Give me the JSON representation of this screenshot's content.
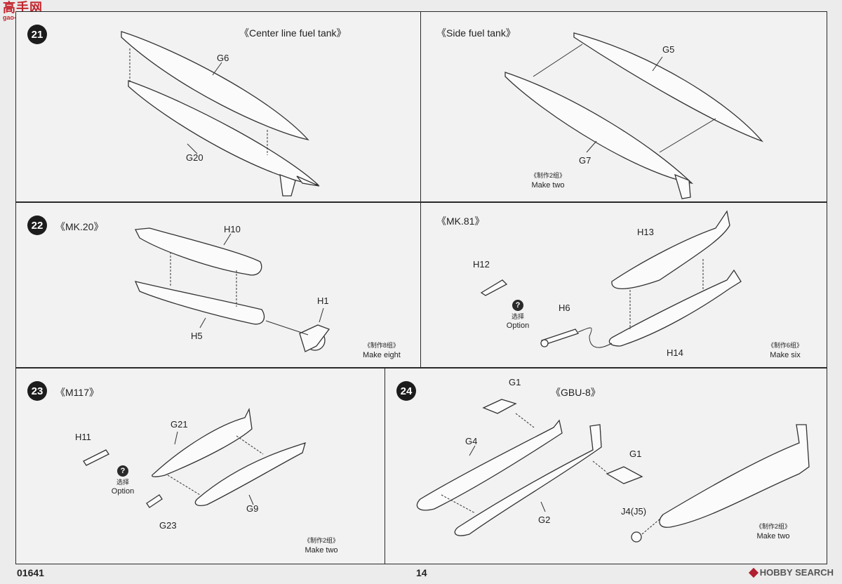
{
  "logo": {
    "cn": "高手网",
    "url": "gao-shou.com"
  },
  "steps": {
    "s21": {
      "num": "21",
      "title": "《Center line fuel tank》",
      "parts": {
        "g6": "G6",
        "g20": "G20"
      }
    },
    "s21b": {
      "title": "《Side fuel tank》",
      "parts": {
        "g5": "G5",
        "g7": "G7"
      },
      "make_cn": "《制作2组》",
      "make": "Make two"
    },
    "s22": {
      "num": "22",
      "title": "《MK.20》",
      "parts": {
        "h10": "H10",
        "h5": "H5",
        "h1": "H1"
      },
      "make_cn": "《制作8组》",
      "make": "Make eight"
    },
    "s22b": {
      "title": "《MK.81》",
      "parts": {
        "h12": "H12",
        "h13": "H13",
        "h6": "H6",
        "h14": "H14"
      },
      "option_cn": "选择",
      "option": "Option",
      "option_mark": "?",
      "make_cn": "《制作6组》",
      "make": "Make six"
    },
    "s23": {
      "num": "23",
      "title": "《M117》",
      "parts": {
        "h11": "H11",
        "g21": "G21",
        "g9": "G9",
        "g23": "G23"
      },
      "option_cn": "选择",
      "option": "Option",
      "option_mark": "?",
      "make_cn": "《制作2组》",
      "make": "Make two"
    },
    "s24": {
      "num": "24",
      "title": "《GBU-8》",
      "parts": {
        "g1a": "G1",
        "g4": "G4",
        "g1b": "G1",
        "g2": "G2",
        "j4": "J4(J5)"
      },
      "make_cn": "《制作2组》",
      "make": "Make two"
    }
  },
  "footer": {
    "code": "01641",
    "page": "14"
  },
  "watermark": "HOBBY SEARCH"
}
